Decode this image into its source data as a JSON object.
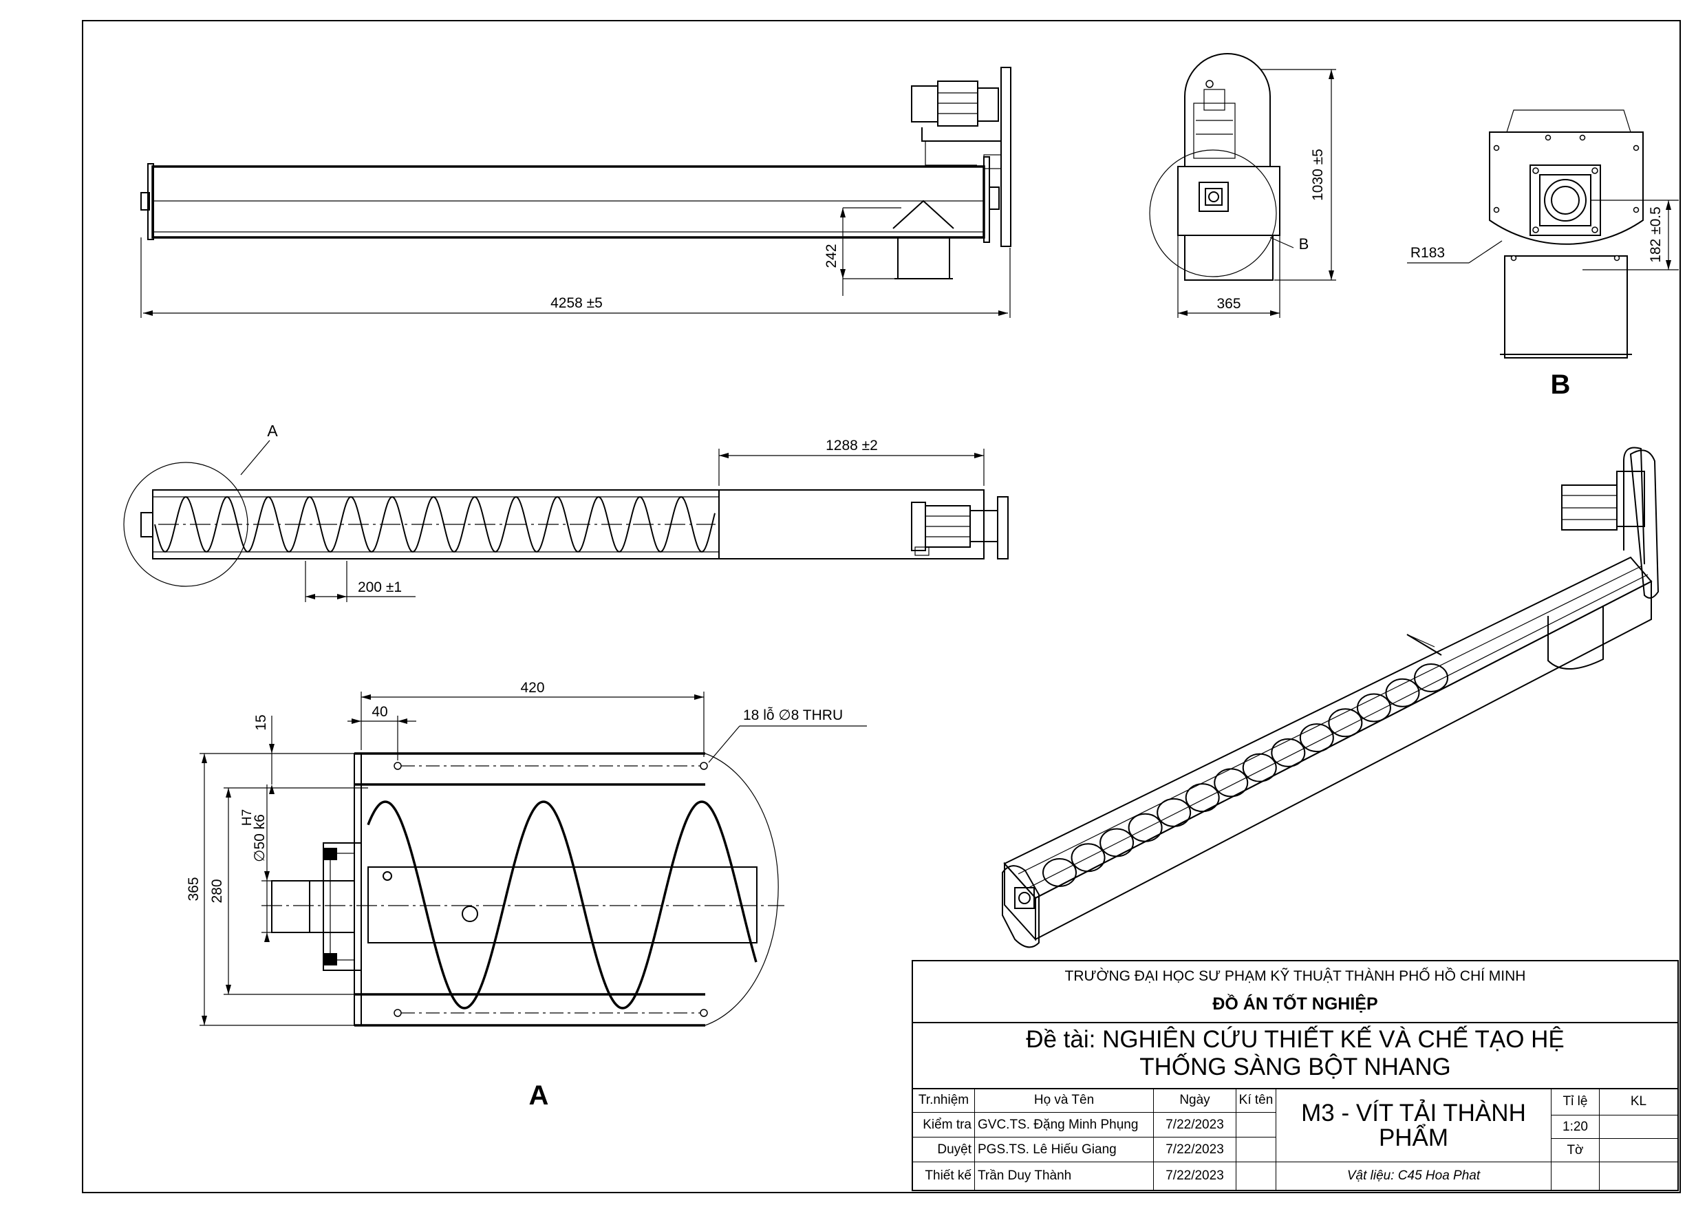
{
  "dimensions": {
    "overall_length": "4258 ±5",
    "outlet_height": "242",
    "side_height": "1030 ±5",
    "side_width": "365",
    "radius": "R183",
    "axis_height": "182 ±0.5",
    "span_1288": "1288 ±2",
    "pitch": "200 ±1",
    "detail_420": "420",
    "detail_40": "40",
    "detail_15": "15",
    "holes_note": "18 lỗ  ∅8 THRU",
    "detail_365": "365",
    "detail_280": "280",
    "shaft_fit": "∅50 k6",
    "shaft_fit_hole": "H7"
  },
  "labels": {
    "section_a": "A",
    "section_b": "B",
    "callout_a": "A",
    "callout_b": "B"
  },
  "title_block": {
    "school": "TRƯỜNG ĐẠI HỌC SƯ PHẠM KỸ THUẬT THÀNH PHỐ HỒ CHÍ MINH",
    "project_type": "ĐỒ ÁN TỐT NGHIỆP",
    "topic_line1": "Đề tài: NGHIÊN CỨU THIẾT KẾ VÀ CHẾ TẠO HỆ",
    "topic_line2": "THỐNG SÀNG BỘT NHANG",
    "drawing_line1": "M3 - VÍT TẢI THÀNH",
    "drawing_line2": "PHẨM",
    "material": "Vật liệu: C45 Hoa Phat",
    "headers": {
      "role": "Tr.nhiệm",
      "name": "Họ và Tên",
      "date": "Ngày",
      "sign": "Kí tên",
      "scale_label": "Tỉ lệ",
      "mass_label": "KL",
      "sheet_label": "Tờ"
    },
    "scale_value": "1:20",
    "rows": [
      {
        "role": "Kiểm tra",
        "name": "GVC.TS. Đặng Minh Phụng",
        "date": "7/22/2023"
      },
      {
        "role": "Duyệt",
        "name": "PGS.TS. Lê Hiếu Giang",
        "date": "7/22/2023"
      },
      {
        "role": "Thiết kế",
        "name": "Trần Duy Thành",
        "date": "7/22/2023"
      }
    ]
  }
}
